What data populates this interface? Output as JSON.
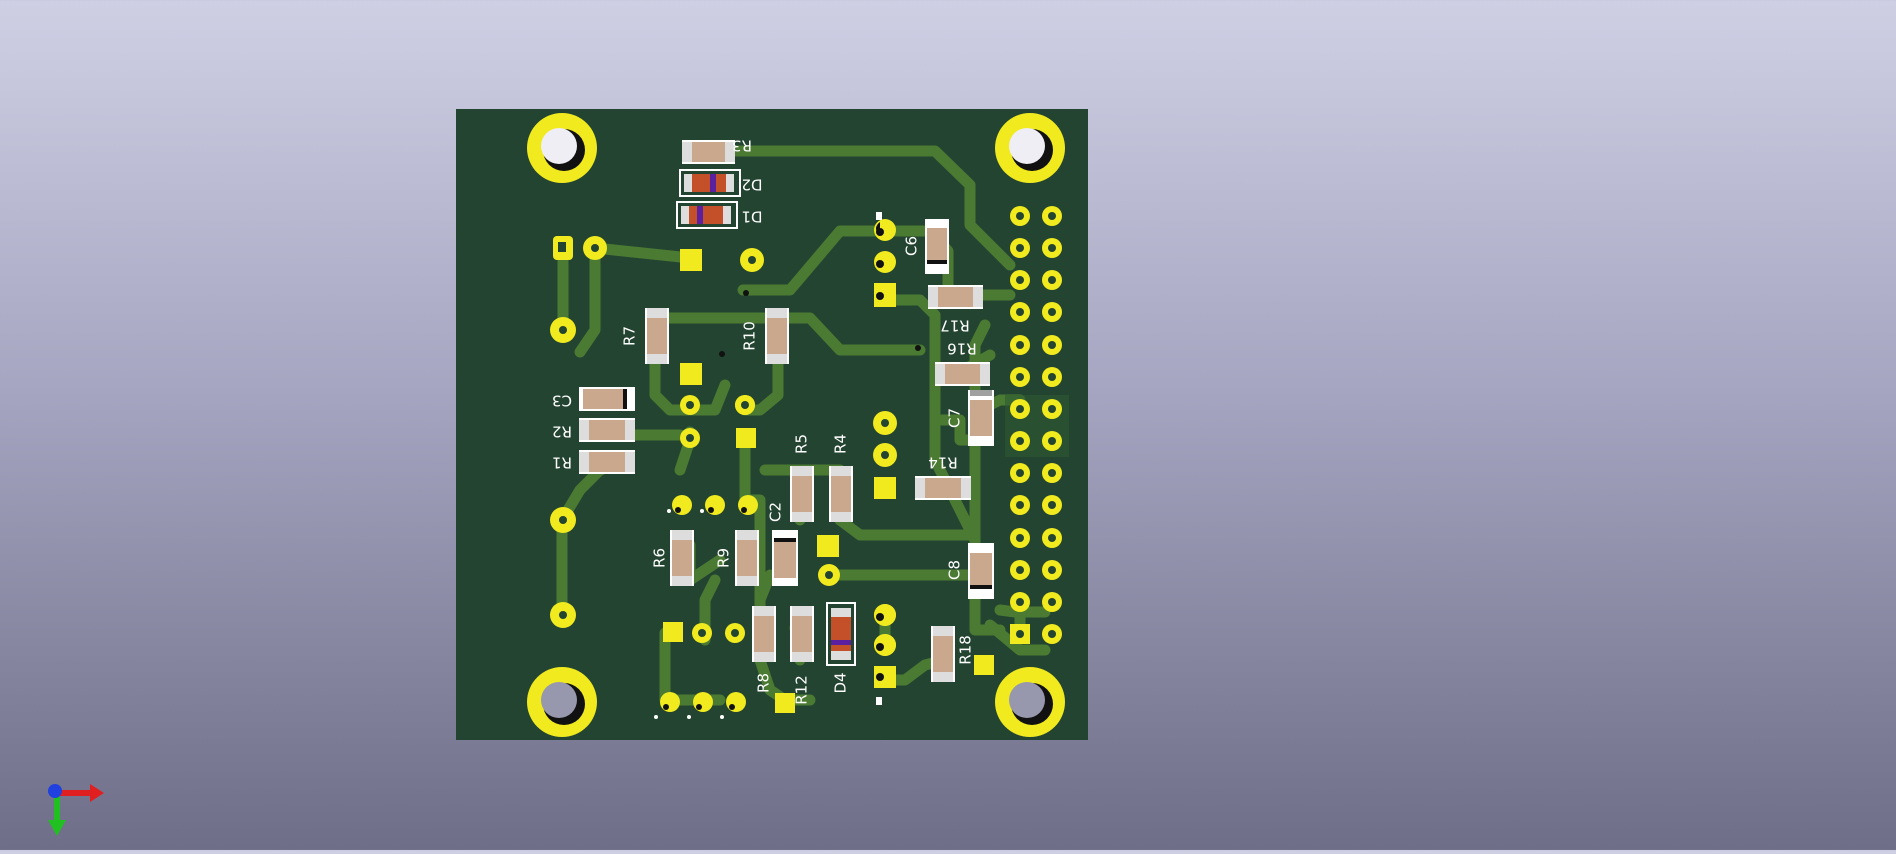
{
  "viewer": {
    "title": "3D Viewer",
    "background_top": "#cfcfe4",
    "background_bottom": "#6e6e88"
  },
  "board": {
    "soldermask_color": "#234430",
    "track_color": "#4b7a33",
    "pad_color": "#f0ea1e",
    "silkscreen_color": "#ffffff",
    "mounting_holes": 4
  },
  "refdes": {
    "r3": "R3",
    "d2": "D2",
    "d1": "D1",
    "c6": "C6",
    "r17": "R17",
    "r7": "R7",
    "r10": "R10",
    "r16": "R16",
    "c3": "C3",
    "r2": "R2",
    "r1": "R1",
    "c7": "C7",
    "r5": "R5",
    "r4": "R4",
    "r14": "R14",
    "c2": "C2",
    "r6": "R6",
    "r9": "R9",
    "c8": "C8",
    "r18": "R18",
    "r8": "R8",
    "r12": "R12",
    "d4": "D4"
  },
  "axes": {
    "x_color": "#e02020",
    "y_color": "#20c020",
    "z_color": "#2040e0",
    "icon": "xyz-axes-icon"
  }
}
